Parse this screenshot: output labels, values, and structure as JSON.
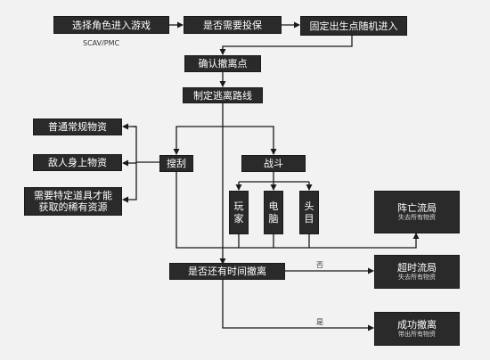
{
  "nodes": {
    "select_role": "选择角色进入游戏",
    "insure": "是否需要投保",
    "fixed_spawn": "固定出生点随机进入",
    "scav_pmc": "SCAV/PMC",
    "confirm_exit": "确认撤离点",
    "plan_route": "制定逃离路线",
    "loot_common": "普通常规物资",
    "loot_enemy": "敌人身上物资",
    "loot_rare_line1": "需要特定道具才能",
    "loot_rare_line2": "获取的稀有资源",
    "search": "搜刮",
    "fight": "战斗",
    "player_chars": [
      "玩",
      "家"
    ],
    "pc_chars": [
      "电",
      "脑"
    ],
    "head_chars": [
      "头",
      "目"
    ],
    "death_title": "阵亡流局",
    "death_sub": "失去所有物资",
    "time_check": "是否还有时间撤离",
    "timeout_title": "超时流局",
    "timeout_sub": "失去所有物资",
    "success_title": "成功撤离",
    "success_sub": "带出所有物资"
  },
  "edge_labels": {
    "no": "否",
    "yes": "是"
  },
  "colors": {
    "box_fill": "#2a2a2a",
    "box_text": "#ffffff",
    "line": "#1a1a1a",
    "background": "#f2f2f2"
  }
}
